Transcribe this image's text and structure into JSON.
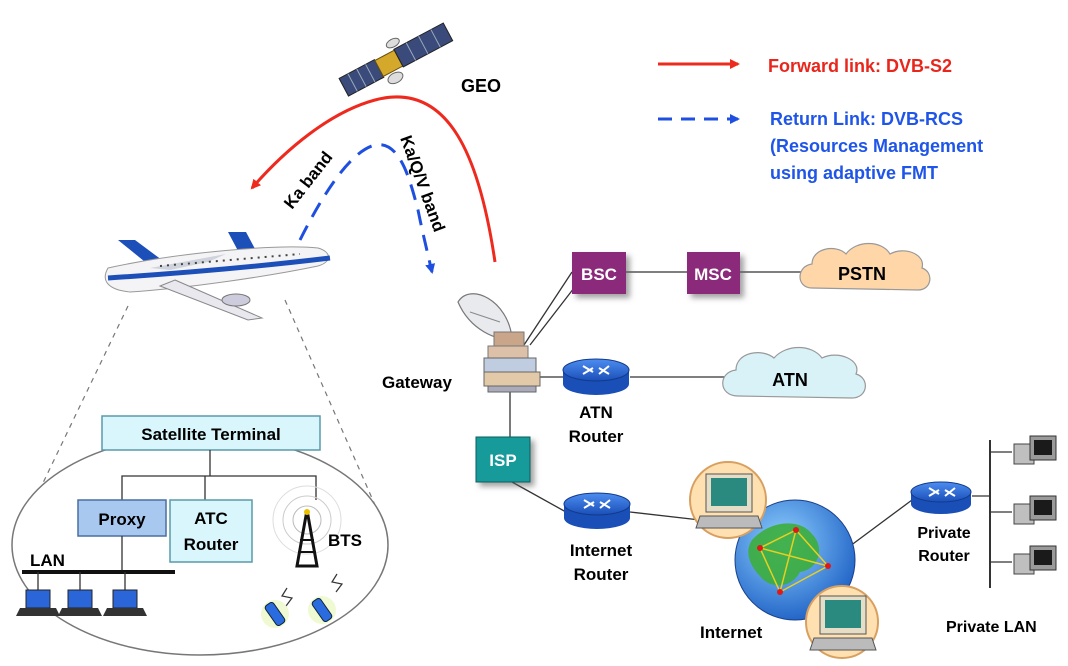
{
  "colors": {
    "forward": "#ee2a1f",
    "return": "#1f4fe0",
    "legend_text_forward": "#e8261c",
    "legend_text_return": "#1f55e8",
    "bsc_fill": "#8b2a7a",
    "isp_fill": "#149a9a",
    "cloud_peach": "#ffd6a8",
    "cloud_blue": "#d8f2f8",
    "router_blue": "#2a6be0",
    "terminal_box": "#d8f6fb",
    "proxy_fill": "#a9c8f0",
    "ellipse_stroke": "#777777"
  },
  "labels": {
    "geo": "GEO",
    "ka_band": "Ka band",
    "kaqv_band": "Ka/Q/V band",
    "gateway": "Gateway",
    "bsc": "BSC",
    "msc": "MSC",
    "pstn": "PSTN",
    "atn": "ATN",
    "atn_router_1": "ATN",
    "atn_router_2": "Router",
    "isp": "ISP",
    "internet_router_1": "Internet",
    "internet_router_2": "Router",
    "internet": "Internet",
    "private_router_1": "Private",
    "private_router_2": "Router",
    "private_lan": "Private LAN",
    "satellite_terminal": "Satellite Terminal",
    "proxy": "Proxy",
    "atc_router_1": "ATC",
    "atc_router_2": "Router",
    "bts": "BTS",
    "lan": "LAN"
  },
  "legend": {
    "forward": "Forward link: DVB-S2",
    "return_1": "Return Link: DVB-RCS",
    "return_2": "(Resources Management",
    "return_3": "using adaptive FMT"
  },
  "icons": {
    "satellite": "satellite-icon",
    "airplane": "airplane-icon",
    "dish": "satellite-dish-icon",
    "router": "router-icon",
    "globe": "globe-icon",
    "computer": "computer-icon",
    "laptop": "laptop-icon",
    "phone": "mobile-phone-icon",
    "antenna": "bts-antenna-icon"
  }
}
